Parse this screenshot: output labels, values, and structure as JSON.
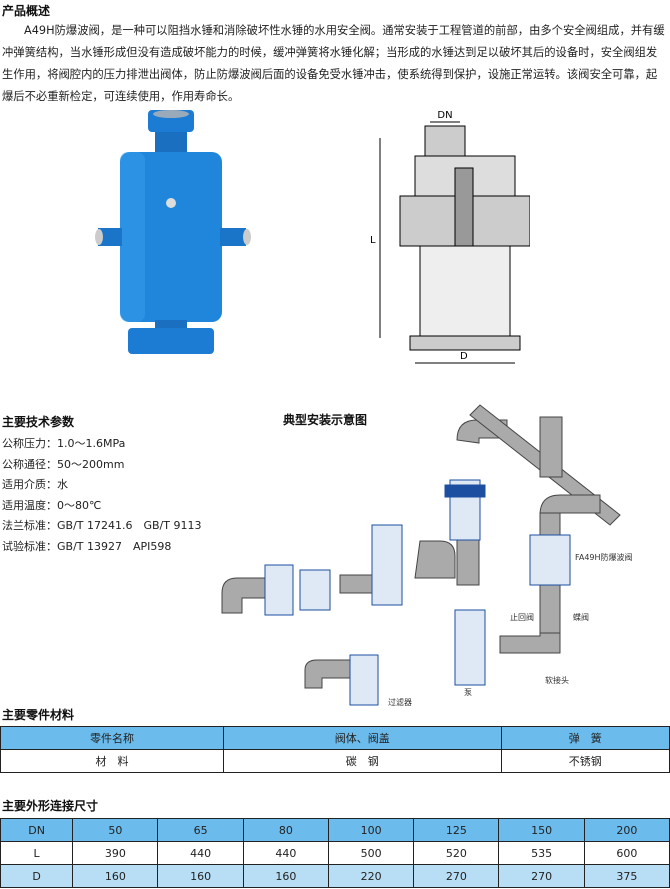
{
  "overview": {
    "title": "产品概述",
    "text": "A49H防爆波阀，是一种可以阻挡水锤和消除破坏性水锤的水用安全阀。通常安装于工程管道的前部，由多个安全阀组成，并有缓冲弹簧结构，当水锤形成但没有造成破坏能力的时候，缓冲弹簧将水锤化解；当形成的水锤达到足以破坏其后的设备时，安全阀组发生作用，将阀腔内的压力排泄出阀体，防止防爆波阀后面的设备免受水锤冲击，使系统得到保护，设施正常运转。该阀安全可靠，起爆后不必重新检定，可连续使用，作用寿命长。"
  },
  "drawing": {
    "dn": "DN",
    "l": "L",
    "d": "D"
  },
  "specs": {
    "title": "主要技术参数",
    "items": [
      "公称压力：1.0～1.6MPa",
      "公称通径：50～200mm",
      "适用介质：水",
      "适用温度：0～80℃",
      "法兰标准：GB/T 17241.6　GB/T 9113",
      "试验标准：GB/T 13927　API598"
    ]
  },
  "diagram": {
    "title": "典型安装示意图",
    "labels": {
      "valve": "FA49H防爆波阀",
      "butterfly": "蝶阀",
      "check": "止回阀",
      "joint": "软接头",
      "pump": "泵",
      "filter": "过滤器"
    }
  },
  "materials": {
    "title": "主要零件材料",
    "header": [
      "零件名称",
      "阀体、阀盖",
      "弹　簧"
    ],
    "row": [
      "材　料",
      "碳　钢",
      "不锈钢"
    ]
  },
  "dimensions": {
    "title": "主要外形连接尺寸",
    "rows": [
      [
        "DN",
        "50",
        "65",
        "80",
        "100",
        "125",
        "150",
        "200"
      ],
      [
        "L",
        "390",
        "440",
        "440",
        "500",
        "520",
        "535",
        "600"
      ],
      [
        "D",
        "160",
        "160",
        "160",
        "220",
        "270",
        "270",
        "375"
      ]
    ]
  },
  "colors": {
    "header": "#6bbbec",
    "light": "#b8def5",
    "valve": "#1e7fd0"
  }
}
